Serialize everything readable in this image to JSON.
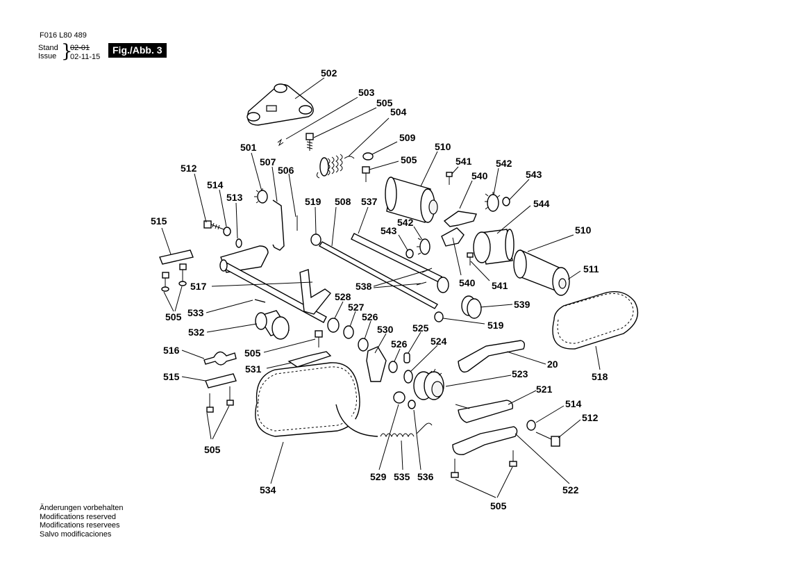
{
  "header": {
    "doc_code": "F016 L80 489",
    "stand_label": "Stand",
    "issue_label": "Issue",
    "old_date": "02-01",
    "date": "02-11-15",
    "figure": "Fig./Abb. 3"
  },
  "footer_notes": [
    "Änderungen vorbehalten",
    "Modifications reserved",
    "Modifications reservees",
    "Salvo modificaciones"
  ],
  "labels": {
    "l502": "502",
    "l503": "503",
    "l505a": "505",
    "l504": "504",
    "l509": "509",
    "l505b": "505",
    "l510a": "510",
    "l541a": "541",
    "l540a": "540",
    "l542a": "542",
    "l543a": "543",
    "l544": "544",
    "l510b": "510",
    "l511": "511",
    "l501": "501",
    "l507": "507",
    "l506": "506",
    "l512a": "512",
    "l514a": "514",
    "l513": "513",
    "l519a": "519",
    "l508": "508",
    "l537": "537",
    "l543b": "543",
    "l542b": "542",
    "l515a": "515",
    "l517": "517",
    "l538": "538",
    "l540b": "540",
    "l541b": "541",
    "l539": "539",
    "l528": "528",
    "l527": "527",
    "l526a": "526",
    "l519b": "519",
    "l533": "533",
    "l505c": "505",
    "l532": "532",
    "l530": "530",
    "l525": "525",
    "l524": "524",
    "l505d": "505",
    "l526b": "526",
    "l516": "516",
    "l531": "531",
    "l20": "20",
    "l518": "518",
    "l523": "523",
    "l515b": "515",
    "l521": "521",
    "l514b": "514",
    "l512b": "512",
    "l505e": "505",
    "l529": "529",
    "l535": "535",
    "l536": "536",
    "l534": "534",
    "l522": "522",
    "l505f": "505"
  }
}
